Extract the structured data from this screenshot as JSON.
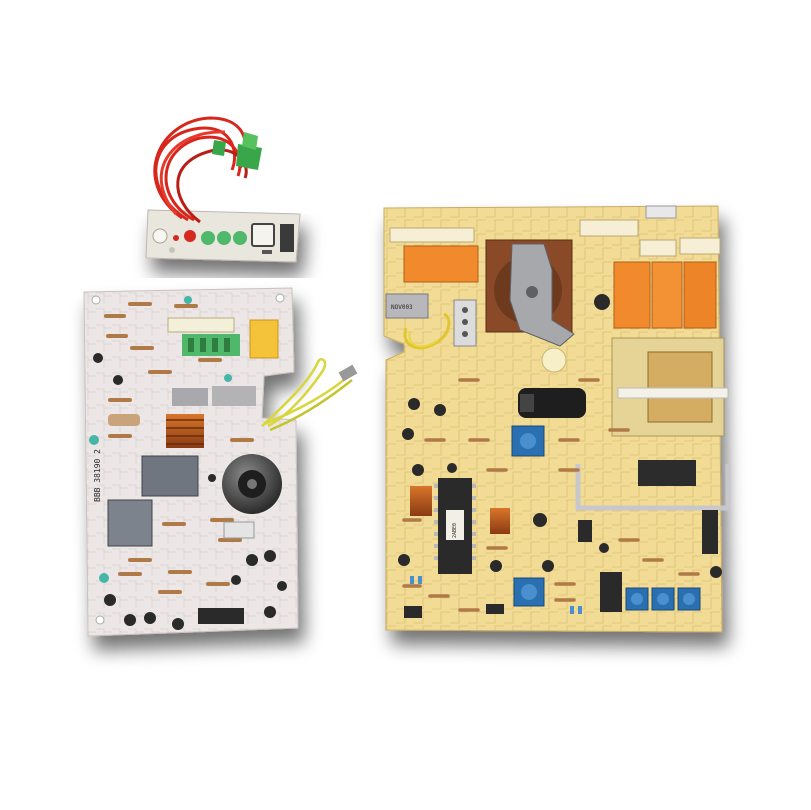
{
  "photo": {
    "subject": "three boiler control circuit boards",
    "board_labels": {
      "left_board_vertical_text": "BBB 38190 2",
      "main_board_label": "NOV003",
      "chip_label": "EEPROM 2ABE0"
    },
    "colors": {
      "background": "#ffffff",
      "pcb_left": "#ece7e6",
      "pcb_main": "#f2dc95",
      "pcb_display": "#e9e6de",
      "relay_orange": "#f08a2c",
      "connector_green": "#4fb86a",
      "potentiometer_blue": "#2a6fb0",
      "wire_red": "#d8261c",
      "wire_yellow": "#d8d63a",
      "capacitor_black": "#1e1e1e"
    }
  }
}
